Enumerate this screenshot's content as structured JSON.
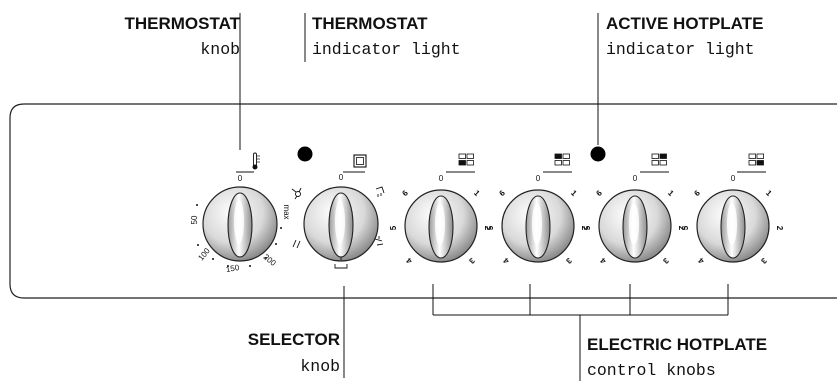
{
  "labels": {
    "thermostat_knob": {
      "title": "THERMOSTAT",
      "sub": "knob"
    },
    "thermostat_light": {
      "title": "THERMOSTAT",
      "sub": "indicator light"
    },
    "active_hotplate": {
      "title": "ACTIVE HOTPLATE",
      "sub": "indicator light"
    },
    "selector": {
      "title": "SELECTOR",
      "sub": "knob"
    },
    "electric_hotplate": {
      "title": "ELECTRIC HOTPLATE",
      "sub": "control knobs"
    }
  },
  "thermostat_scale": {
    "zero": "0",
    "t50": "50",
    "t100": "100",
    "t150": "150",
    "t200": "200",
    "max": "max"
  },
  "selector_scale": {
    "zero": "0"
  },
  "hotplate_scale": {
    "zero": "0",
    "one": "1",
    "two": "2",
    "three": "3",
    "four": "4",
    "five": "5",
    "six": "6"
  },
  "icons": {
    "thermometer": "thermometer-icon",
    "oven": "oven-icon",
    "hotplate_positions": [
      "hotplate-top-right-icon",
      "hotplate-bottom-left-icon",
      "hotplate-top-left-icon",
      "hotplate-bottom-right-icon"
    ]
  }
}
